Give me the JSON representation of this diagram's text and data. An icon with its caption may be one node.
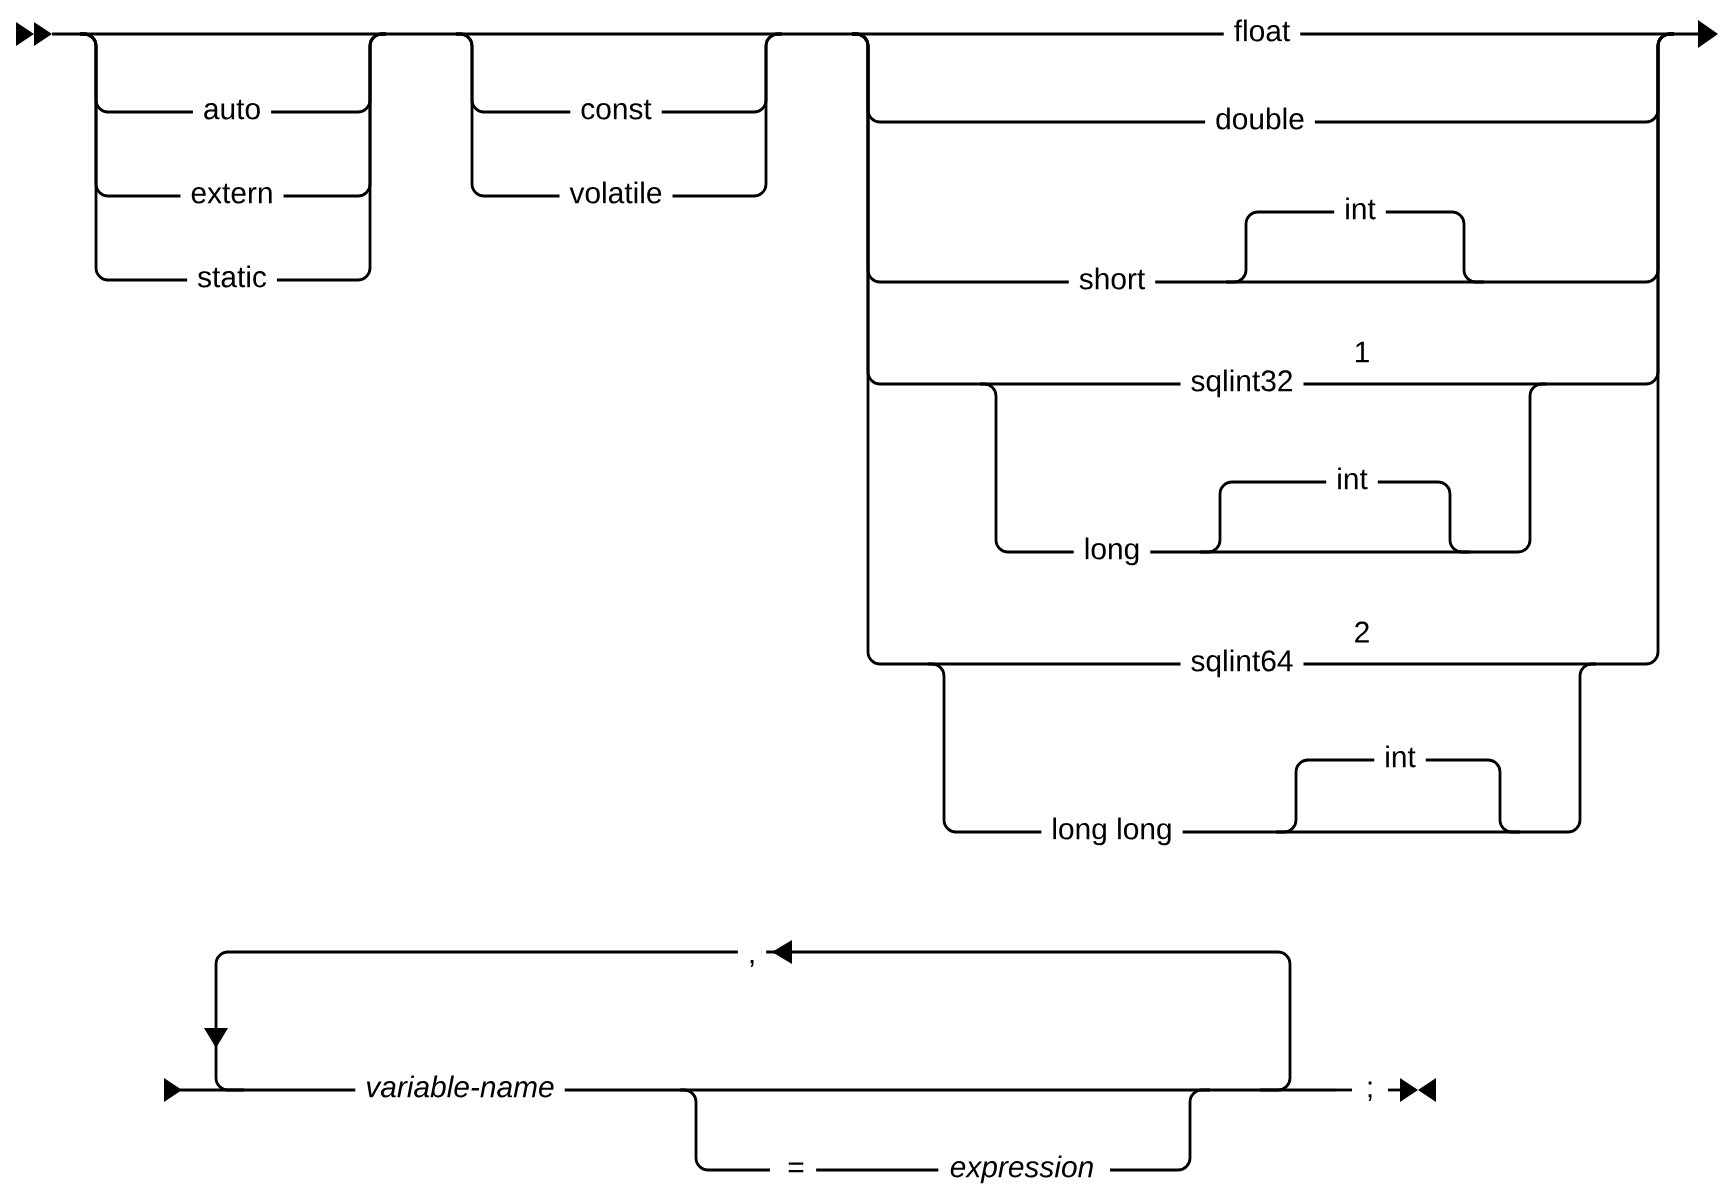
{
  "diagram": {
    "nodes": [
      {
        "text": [
          "auto"
        ]
      },
      {
        "text": [
          "extern"
        ]
      },
      {
        "text": [
          "static"
        ]
      },
      {
        "text": [
          "const"
        ]
      },
      {
        "text": [
          "volatile"
        ]
      },
      {
        "text": [
          "float"
        ]
      },
      {
        "text": [
          "double"
        ]
      },
      {
        "text": [
          "short"
        ]
      },
      {
        "text": [
          "int"
        ]
      },
      {
        "text": [
          "sqlint32"
        ],
        "beside": [
          "1"
        ]
      },
      {
        "text": [
          "long"
        ]
      },
      {
        "text": [
          "int"
        ]
      },
      {
        "text": [
          "sqlint64"
        ],
        "beside": [
          "2"
        ]
      },
      {
        "text": [
          "long long"
        ]
      },
      {
        "text": [
          "int"
        ]
      },
      {
        "text": [
          ","
        ]
      },
      {
        "text": [
          "variable-name"
        ]
      },
      {
        "text": [
          "="
        ]
      },
      {
        "text": [
          "expression"
        ]
      },
      {
        "text": [
          ";"
        ]
      }
    ],
    "edges": [
      {
        "from": 17,
        "to": 18,
        "arrow": "none"
      }
    ]
  }
}
